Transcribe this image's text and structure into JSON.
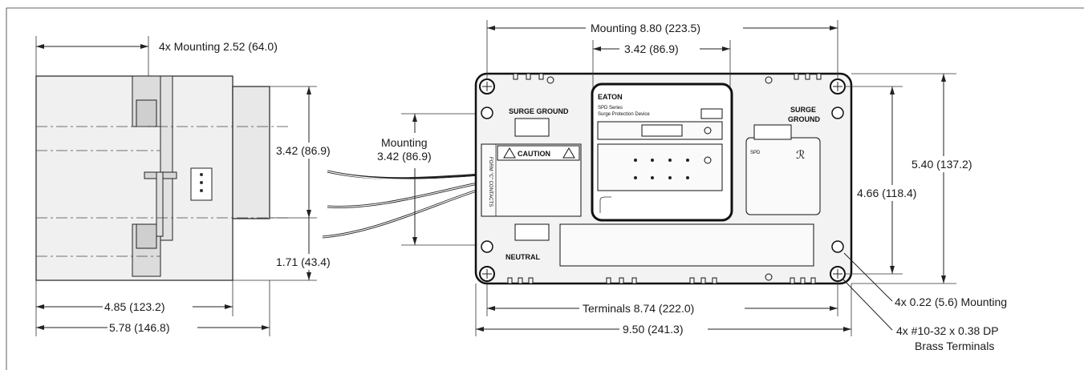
{
  "left_view": {
    "mounting_width": "4x Mounting 2.52 (64.0)",
    "height_center": "3.42 (86.9)",
    "height_lower": "1.71 (43.4)",
    "depth_body": "4.85 (123.2)",
    "depth_overall": "5.78 (146.8)"
  },
  "wires": {
    "mounting_label": "Mounting",
    "mounting_value": "3.42 (86.9)"
  },
  "front_view": {
    "mounting_width": "Mounting 8.80 (223.5)",
    "window_width": "3.42 (86.9)",
    "overall_height": "5.40 (137.2)",
    "mounting_height": "4.66 (118.4)",
    "terminals_width": "Terminals 8.74 (222.0)",
    "overall_width": "9.50 (241.3)",
    "hole_callout": "4x 0.22 (5.6) Mounting",
    "terminal_callout_line1": "4x #10-32 x 0.38 DP",
    "terminal_callout_line2": "Brass Terminals"
  },
  "panel_labels": {
    "surge_ground": "SURGE GROUND",
    "surge_ground_right_top": "SURGE",
    "surge_ground_right_bottom": "GROUND",
    "neutral": "NEUTRAL",
    "caution": "CAUTION",
    "brand": "EATON",
    "series": "SPD Series",
    "device": "Surge Protection Device",
    "form_c": "FORM \"C\" CONTACTS"
  }
}
